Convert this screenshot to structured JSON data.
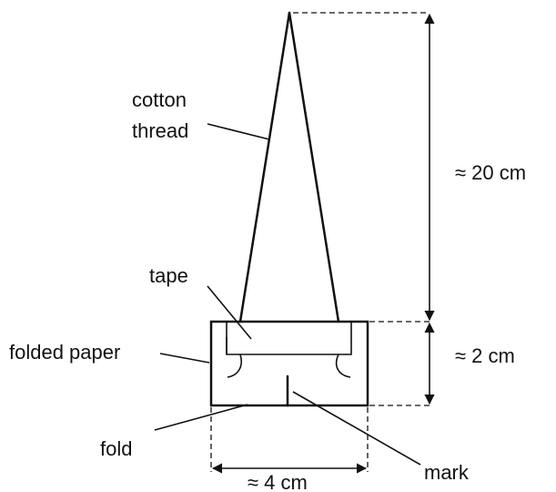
{
  "labels": {
    "cotton_thread_line1": "cotton",
    "cotton_thread_line2": "thread",
    "tape": "tape",
    "folded_paper": "folded paper",
    "fold": "fold",
    "mark": "mark",
    "height_thread": "≈ 20 cm",
    "height_paper": "≈ 2 cm",
    "width_paper": "≈ 4 cm"
  }
}
